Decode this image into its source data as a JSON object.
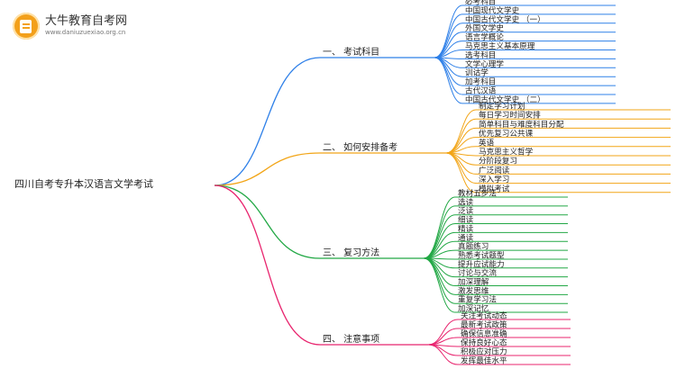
{
  "logo": {
    "name": "大牛教育自考网",
    "url": "www.daniuzuexiao.org.cn"
  },
  "root": {
    "label": "四川自考专升本汉语言文学考试"
  },
  "branches": [
    {
      "label": "一、 考试科目",
      "color": "#2f80e8",
      "children": [
        "必考科目",
        "中国现代文学史",
        "中国古代文学史 （一）",
        "外国文学史",
        "语言学概论",
        "马克思主义基本原理",
        "选考科目",
        "文学心理学",
        "训诂学",
        "加考科目",
        "古代汉语",
        "中国古代文学史 （二）"
      ]
    },
    {
      "label": "二、 如何安排备考",
      "color": "#f2a517",
      "children": [
        "制定学习计划",
        "每日学习时间安排",
        "简单科目与难度科目分配",
        "优先复习公共课",
        "英语",
        "马克思主义哲学",
        "分阶段复习",
        "广泛阅读",
        "深入学习",
        "模拟考试"
      ]
    },
    {
      "label": "三、 复习方法",
      "color": "#22a845",
      "children": [
        "教材五步法",
        "选读",
        "泛读",
        "细读",
        "精读",
        "通读",
        "真题练习",
        "熟悉考试题型",
        "提升应试能力",
        "讨论与交流",
        "加深理解",
        "激发思维",
        "重复学习法",
        "加深记忆"
      ]
    },
    {
      "label": "四、 注意事项",
      "color": "#e8246e",
      "children": [
        "关注考试动态",
        "最新考试政策",
        "确保信息准确",
        "保持良好心态",
        "积极应对压力",
        "发挥最佳水平"
      ]
    }
  ]
}
